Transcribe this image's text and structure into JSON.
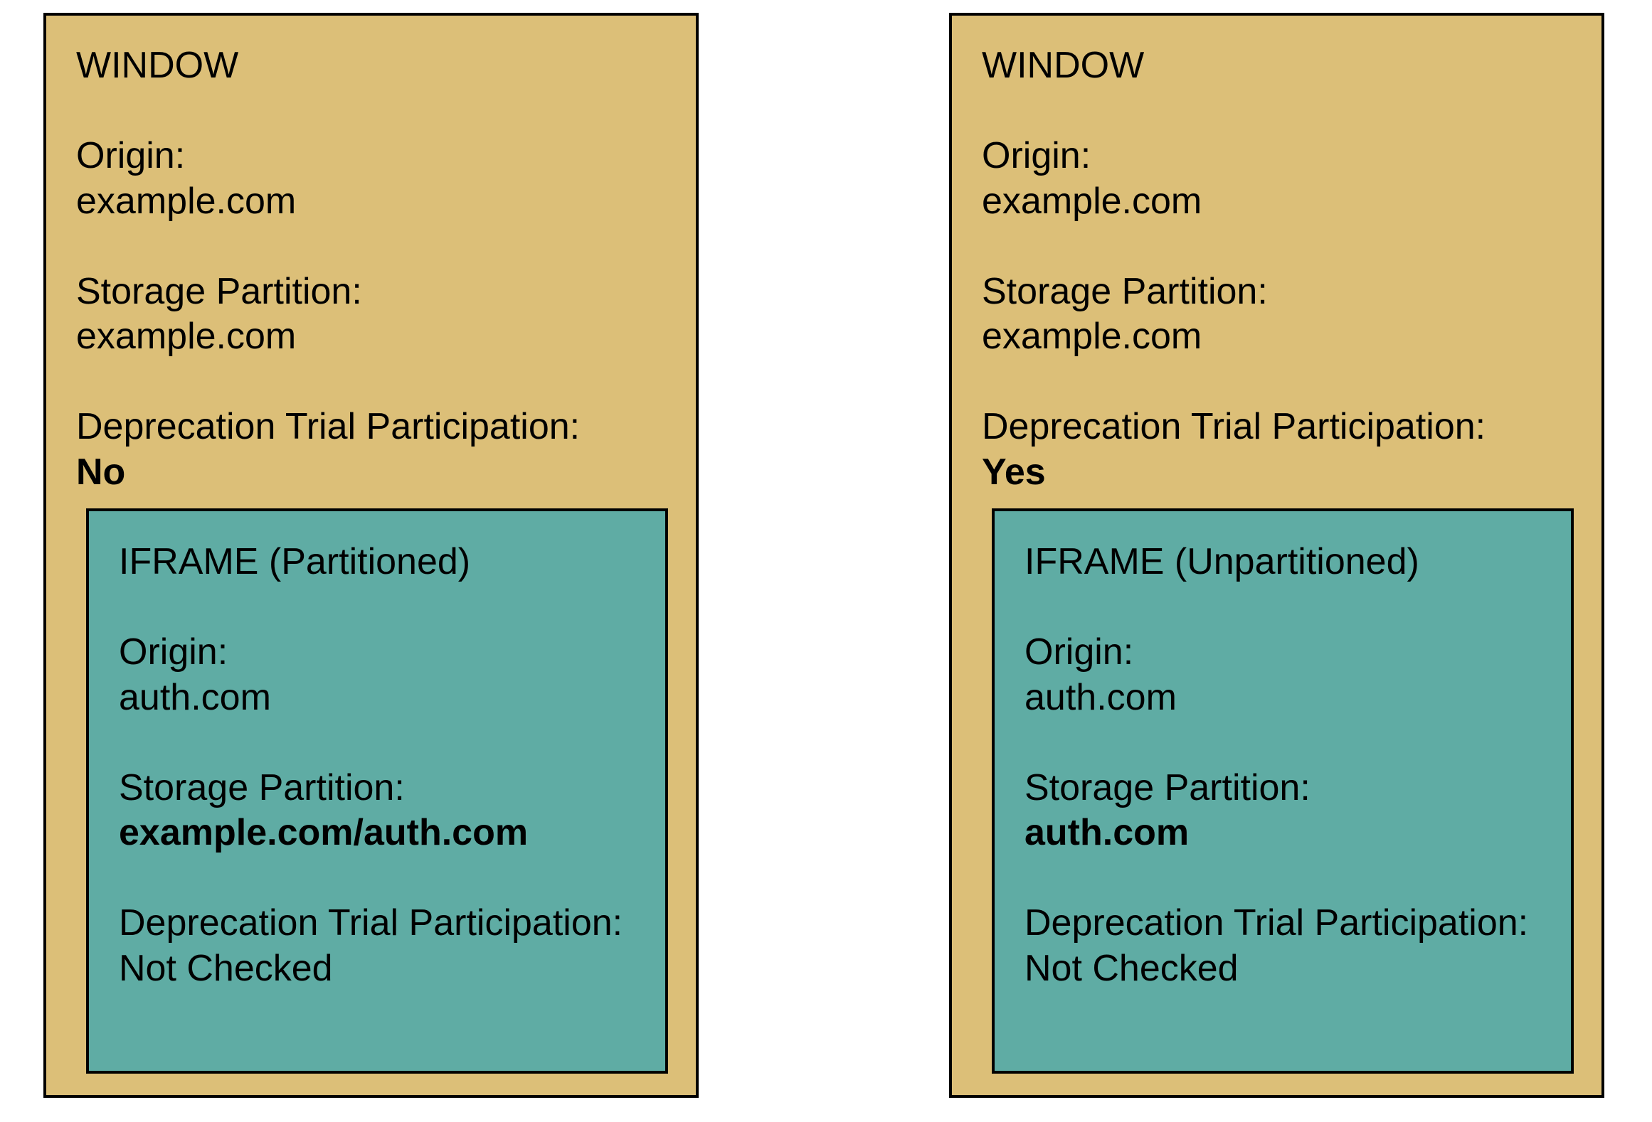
{
  "colors": {
    "window": "#DCBF78",
    "iframe": "#5FACA4",
    "border": "#000000"
  },
  "panels": [
    {
      "window": {
        "title": "WINDOW",
        "origin_label": "Origin:",
        "origin": "example.com",
        "partition_label": "Storage Partition:",
        "partition": "example.com",
        "trial_label": "Deprecation Trial Participation:",
        "trial": "No"
      },
      "iframe": {
        "title": "IFRAME (Partitioned)",
        "origin_label": "Origin:",
        "origin": "auth.com",
        "partition_label": "Storage Partition:",
        "partition": "example.com/auth.com",
        "trial_label": "Deprecation Trial Participation:",
        "trial": "Not Checked"
      }
    },
    {
      "window": {
        "title": "WINDOW",
        "origin_label": "Origin:",
        "origin": "example.com",
        "partition_label": "Storage Partition:",
        "partition": "example.com",
        "trial_label": "Deprecation Trial Participation:",
        "trial": "Yes"
      },
      "iframe": {
        "title": "IFRAME (Unpartitioned)",
        "origin_label": "Origin:",
        "origin": "auth.com",
        "partition_label": "Storage Partition:",
        "partition": "auth.com",
        "trial_label": "Deprecation Trial Participation:",
        "trial": "Not Checked"
      }
    }
  ]
}
